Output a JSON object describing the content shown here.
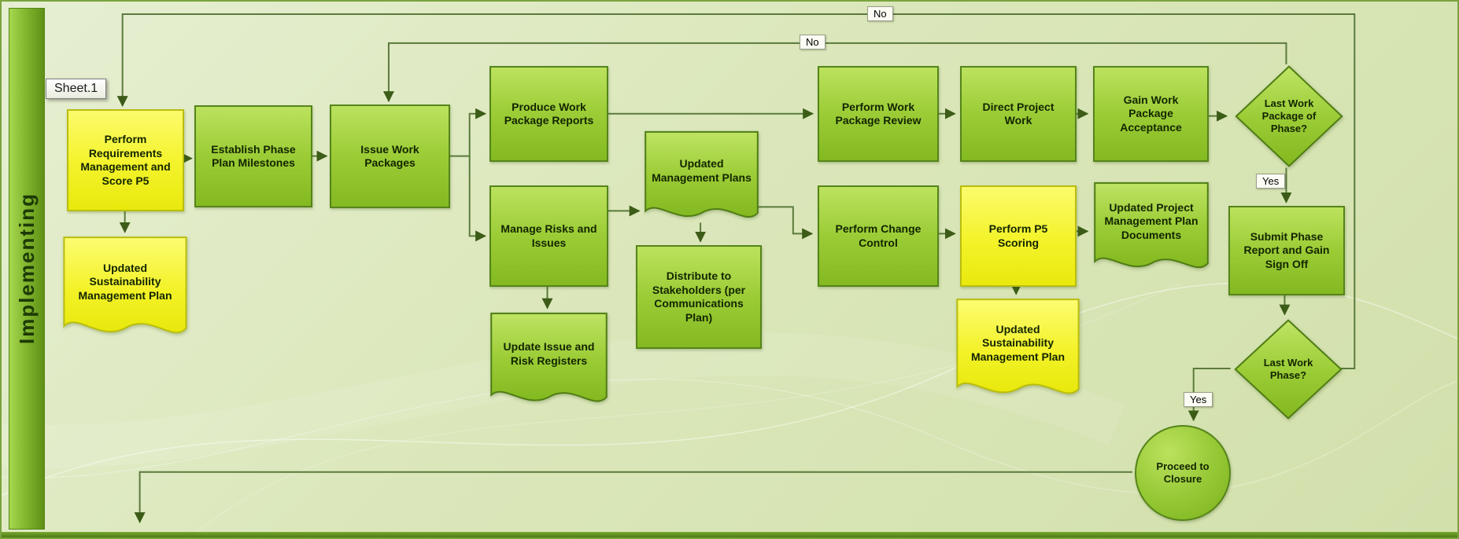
{
  "labels": {
    "sheet": "Sheet.1",
    "phase": "Implementing",
    "no_top": "No",
    "no_inner": "No",
    "yes_package": "Yes",
    "yes_phase": "Yes"
  },
  "nodes": {
    "perform_requirements": {
      "label": "Perform Requirements Management and Score P5",
      "type": "process-yellow"
    },
    "establish_phase": {
      "label": "Establish Phase Plan Milestones",
      "type": "process-green"
    },
    "issue_work_packages": {
      "label": "Issue Work Packages",
      "type": "process-green"
    },
    "produce_reports": {
      "label": "Produce Work Package Reports",
      "type": "process-green"
    },
    "manage_risks": {
      "label": "Manage Risks and Issues",
      "type": "process-green"
    },
    "updated_mgmt_plans": {
      "label": "Updated Management Plans",
      "type": "document-green"
    },
    "distribute_stakeholders": {
      "label": "Distribute to Stakeholders (per Communications Plan)",
      "type": "process-green"
    },
    "perform_review": {
      "label": "Perform Work Package Review",
      "type": "process-green"
    },
    "direct_work": {
      "label": "Direct Project Work",
      "type": "process-green"
    },
    "gain_acceptance": {
      "label": "Gain Work Package Acceptance",
      "type": "process-green"
    },
    "last_package": {
      "label": "Last Work Package of Phase?",
      "type": "decision"
    },
    "perform_change": {
      "label": "Perform Change Control",
      "type": "process-green"
    },
    "perform_p5": {
      "label": "Perform P5 Scoring",
      "type": "process-yellow"
    },
    "updated_project_docs": {
      "label": "Updated Project Management Plan Documents",
      "type": "document-green"
    },
    "submit_report": {
      "label": "Submit Phase Report and Gain Sign Off",
      "type": "process-green"
    },
    "last_phase": {
      "label": "Last Work Phase?",
      "type": "decision"
    },
    "proceed_closure": {
      "label": "Proceed to Closure",
      "type": "terminator-circle"
    },
    "sustainability_left": {
      "label": "Updated Sustainability Management Plan",
      "type": "document-yellow"
    },
    "update_registers": {
      "label": "Update Issue and Risk Registers",
      "type": "document-green"
    },
    "sustainability_right": {
      "label": "Updated Sustainability Management Plan",
      "type": "document-yellow"
    }
  },
  "colors": {
    "background": "#dbe7ba",
    "shape_green": "#9ccd37",
    "shape_yellow": "#f4f32c",
    "shape_border_green": "#4f7d15",
    "connector": "#5b7a3c"
  }
}
